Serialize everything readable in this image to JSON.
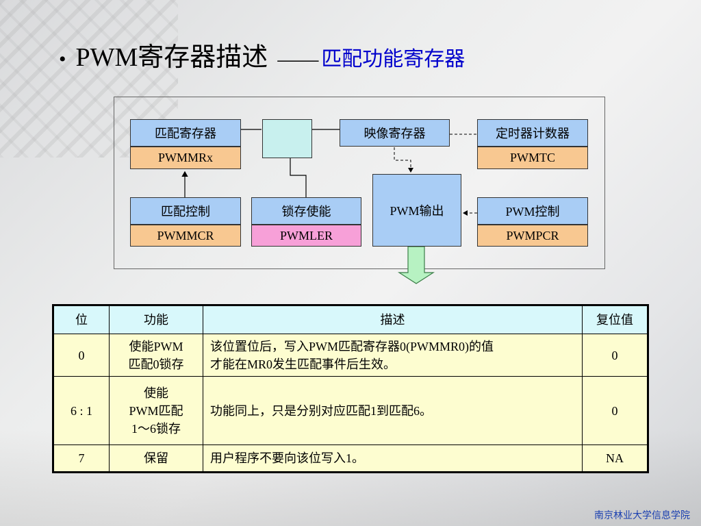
{
  "title": {
    "bullet": "•",
    "main": "PWM寄存器描述",
    "dash": "——",
    "sub": "匹配功能寄存器"
  },
  "diagram": {
    "match_register": {
      "label": "匹配寄存器",
      "code": "PWMMRx"
    },
    "shadow_register": {
      "label": "映像寄存器"
    },
    "timer_counter": {
      "label": "定时器计数器",
      "code": "PWMTC"
    },
    "match_control": {
      "label": "匹配控制",
      "code": "PWMMCR"
    },
    "latch_enable": {
      "label": "锁存使能",
      "code": "PWMLER"
    },
    "pwm_output": {
      "label": "PWM输出"
    },
    "pwm_control": {
      "label": "PWM控制",
      "code": "PWMPCR"
    }
  },
  "table": {
    "headers": [
      "位",
      "功能",
      "描述",
      "复位值"
    ],
    "rows": [
      {
        "bit": "0",
        "func": [
          "使能PWM",
          "匹配0锁存"
        ],
        "desc": [
          "该位置位后，写入PWM匹配寄存器0(PWMMR0)的值",
          "才能在MR0发生匹配事件后生效。"
        ],
        "reset": "0"
      },
      {
        "bit": "6 : 1",
        "func": [
          "使能",
          "PWM匹配",
          "1～6锁存"
        ],
        "desc": [
          "功能同上，只是分别对应匹配1到匹配6。"
        ],
        "reset": "0"
      },
      {
        "bit": "7",
        "func": [
          "保留"
        ],
        "desc": [
          "用户程序不要向该位写入1。"
        ],
        "reset": "NA"
      }
    ]
  },
  "footer": "南京林业大学信息学院",
  "colors": {
    "register_label": "#a9cdf5",
    "register_code": "#f8c891",
    "latch_code": "#f7a0d8",
    "switch": "#c8f0ee",
    "table_header": "#d8f8fb",
    "table_body": "#fdfdd0",
    "subtitle": "#0000cc",
    "footer": "#1a3fb0"
  }
}
